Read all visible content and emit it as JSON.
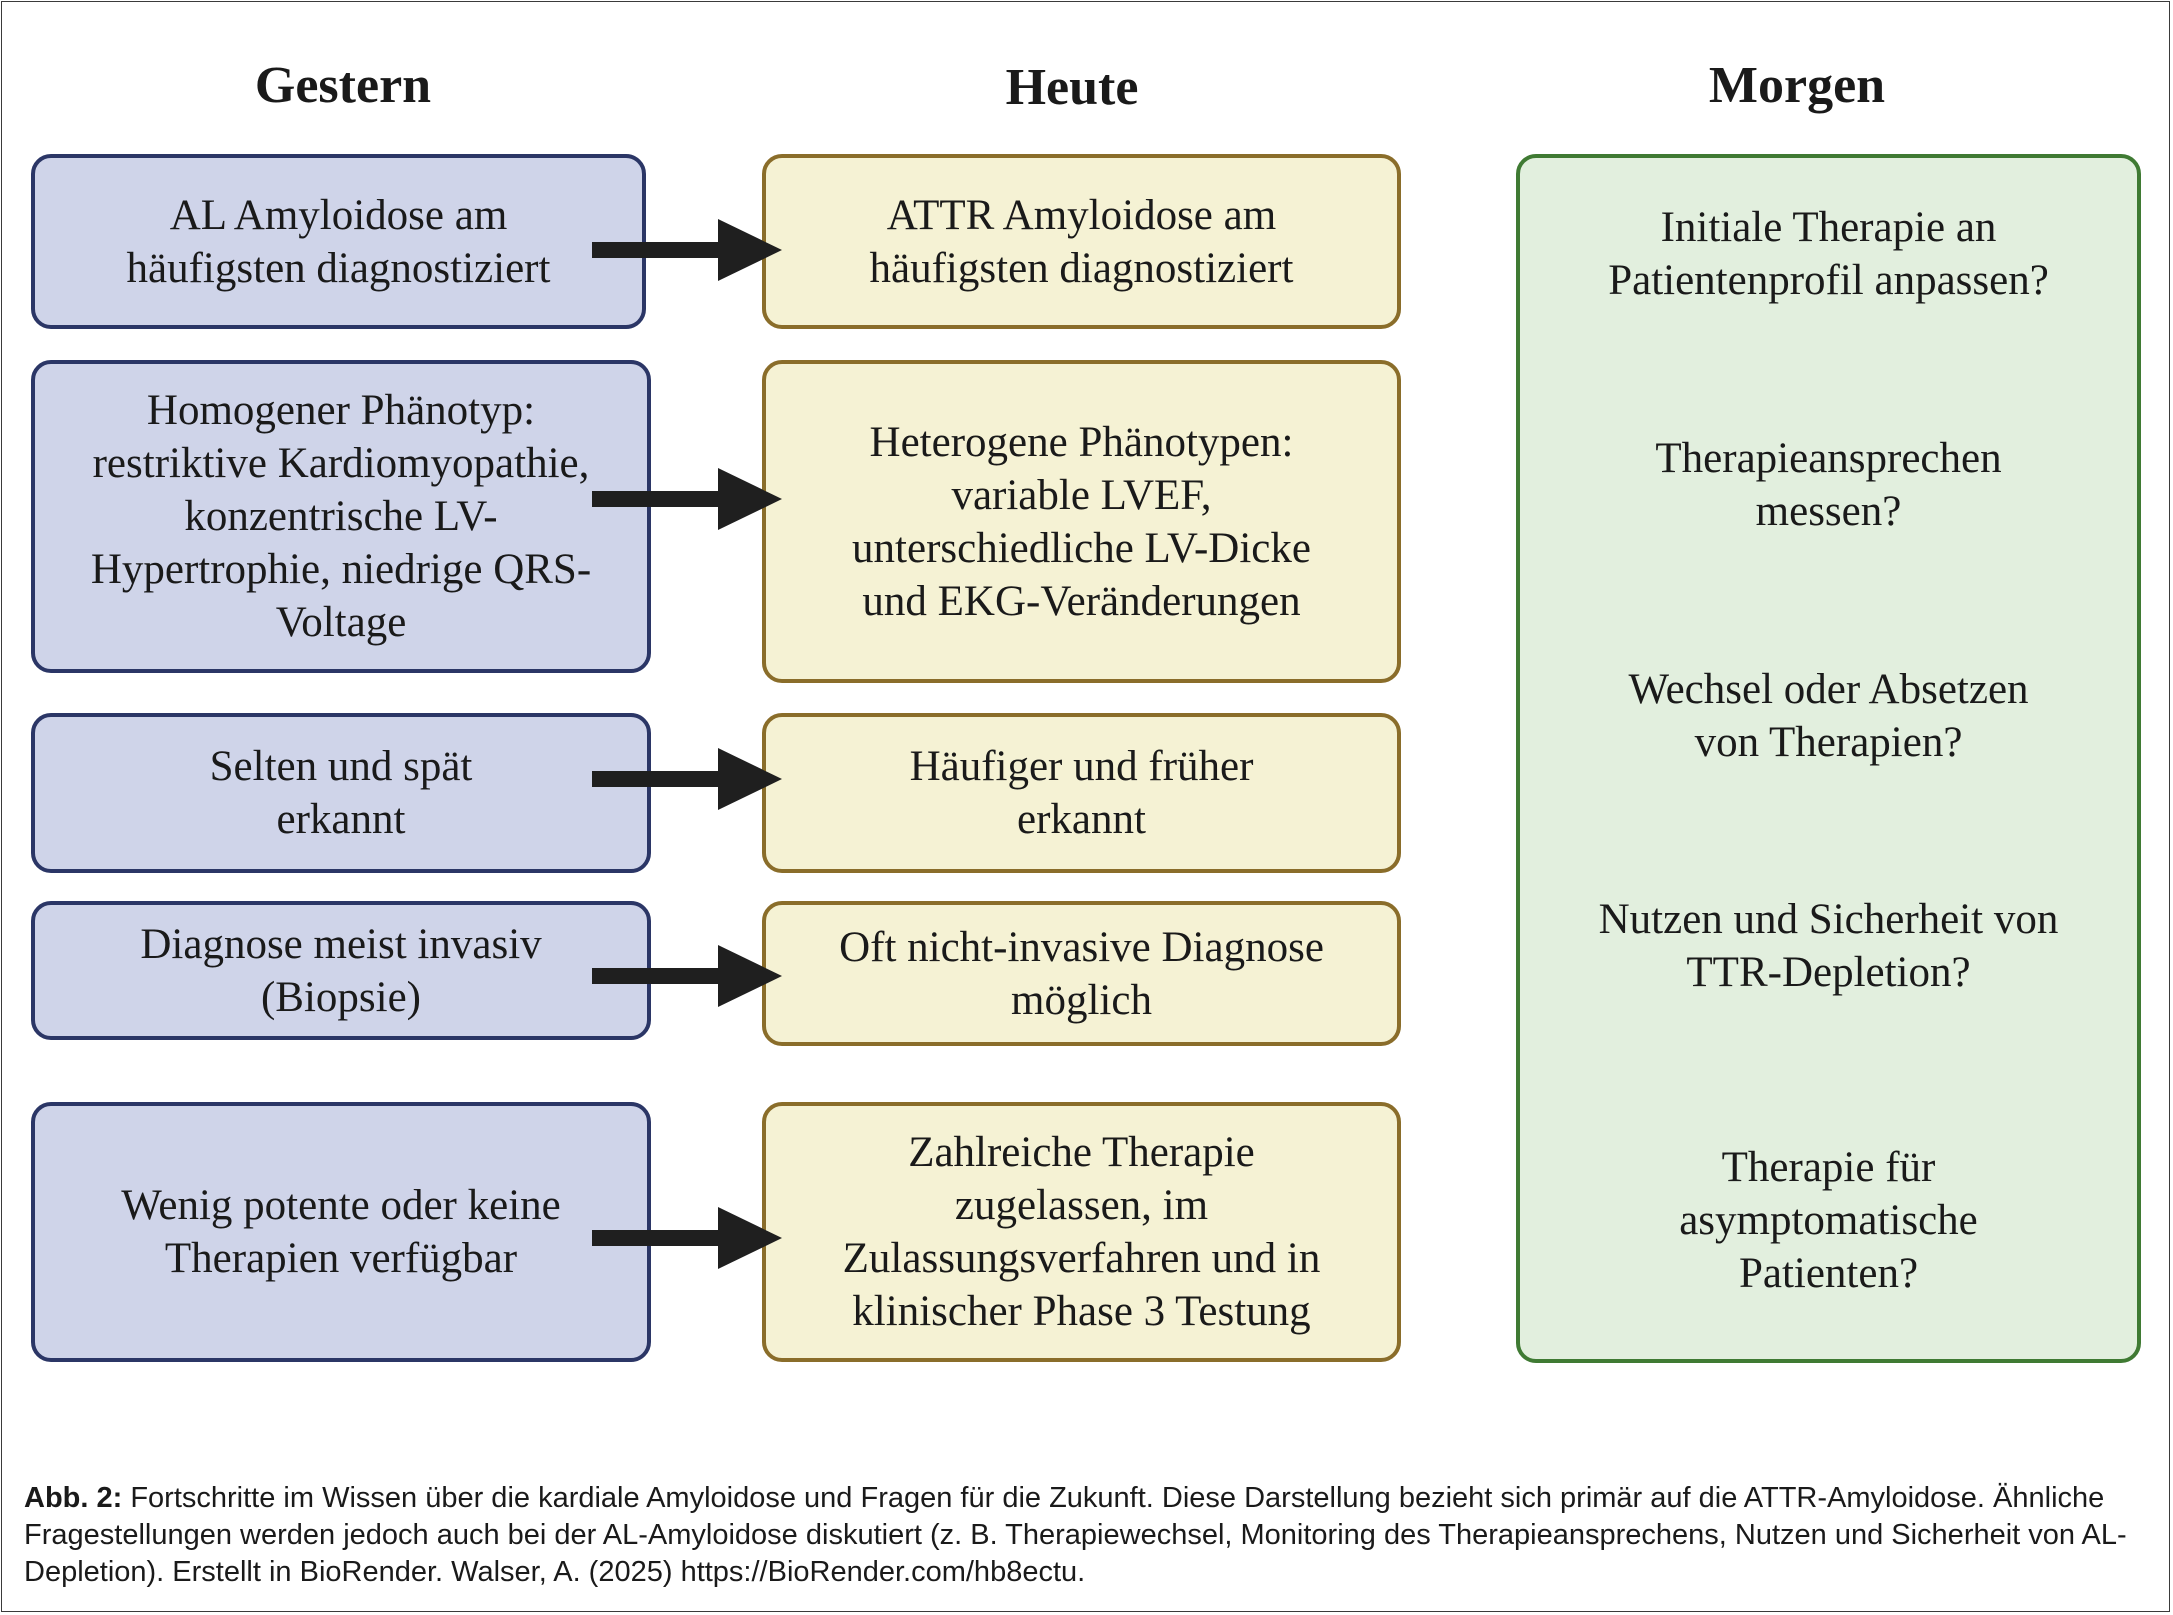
{
  "columns": {
    "past": "Gestern",
    "today": "Heute",
    "tomorrow": "Morgen"
  },
  "rows": [
    {
      "past": "AL Amyloidose am\nhäufigsten diagnostiziert",
      "today": "ATTR Amyloidose am\nhäufigsten diagnostiziert"
    },
    {
      "past": "Homogener Phänotyp:\nrestriktive Kardiomyopathie,\nkonzentrische LV-\nHypertrophie, niedrige QRS-\nVoltage",
      "today": "Heterogene Phänotypen:\nvariable LVEF,\nunterschiedliche LV-Dicke\nund EKG-Veränderungen"
    },
    {
      "past": "Selten und spät\nerkannt",
      "today": "Häufiger und früher\nerkannt"
    },
    {
      "past": "Diagnose meist invasiv\n(Biopsie)",
      "today": "Oft nicht-invasive Diagnose\nmöglich"
    },
    {
      "past": "Wenig potente oder keine\nTherapien verfügbar",
      "today": "Zahlreiche Therapie\nzugelassen, im\nZulassungsverfahren und in\nklinischer Phase 3 Testung"
    }
  ],
  "questions": [
    "Initiale Therapie an\nPatientenprofil anpassen?",
    "Therapieansprechen\nmessen?",
    "Wechsel oder Absetzen\nvon Therapien?",
    "Nutzen und Sicherheit von\nTTR-Depletion?",
    "Therapie für\nasymptomatische\nPatienten?"
  ],
  "caption": {
    "label": "Abb. 2:",
    "text": " Fortschritte im Wissen über die kardiale Amyloidose und Fragen für die Zukunft. Diese Darstellung bezieht sich primär auf die ATTR-Amyloidose. Ähnliche Fragestellungen werden jedoch auch bei der AL-Amyloidose diskutiert (z. B. Therapiewechsel, Monitoring des Therapieansprechens, Nutzen und Sicherheit von AL-Depletion). Erstellt in BioRender. Walser, A. (2025) https://BioRender.com/hb8ectu."
  },
  "colors": {
    "past_fill": "#cfd4e9",
    "past_border": "#2b3666",
    "today_fill": "#f5f2d4",
    "today_border": "#8a6d2a",
    "tomorrow_fill": "#e2efde",
    "tomorrow_border": "#3f7a33",
    "arrow": "#1f1f1f"
  }
}
